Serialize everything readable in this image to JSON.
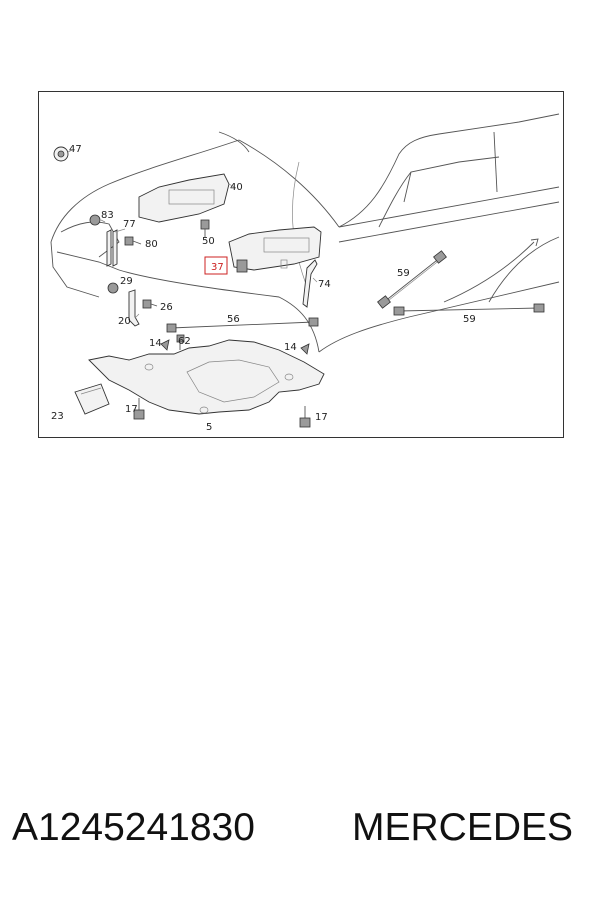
{
  "diagram": {
    "callouts": {
      "c47": "47",
      "c40": "40",
      "c83": "83",
      "c77": "77",
      "c80": "80",
      "c50": "50",
      "c37": "37",
      "c29": "29",
      "c26": "26",
      "c20": "20",
      "c74": "74",
      "c59a": "59",
      "c59b": "59",
      "c56": "56",
      "c14a": "14",
      "c62": "62",
      "c14b": "14",
      "c23": "23",
      "c17a": "17",
      "c5": "5",
      "c17b": "17"
    },
    "highlight_color": "#cc2222"
  },
  "caption": {
    "part_number": "A1245241830",
    "brand": "MERCEDES"
  }
}
